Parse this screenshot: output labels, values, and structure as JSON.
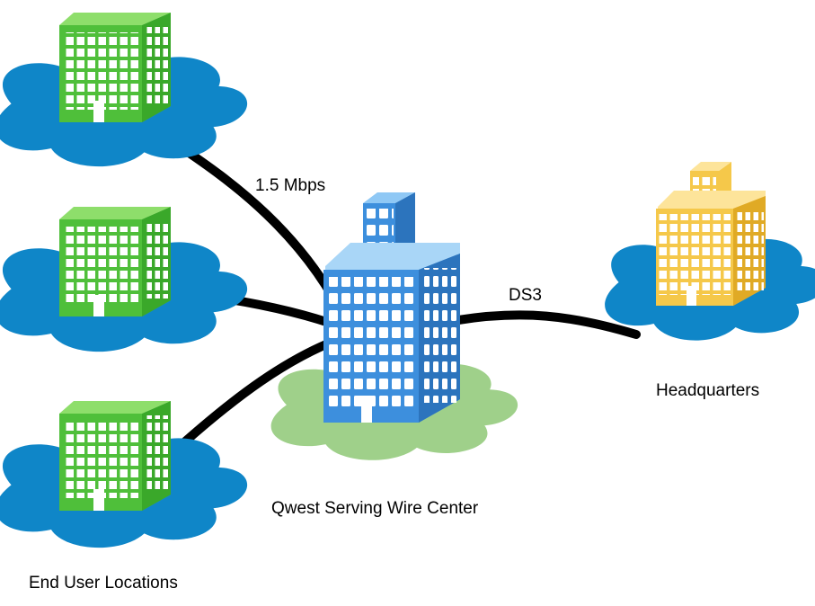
{
  "labels": {
    "link_speed": "1.5 Mbps",
    "link_ds3": "DS3",
    "wire_center": "Qwest Serving Wire Center",
    "headquarters": "Headquarters",
    "end_users": "End User Locations"
  },
  "colors": {
    "cloud_blue": "#0f86c8",
    "cloud_green": "#9fd08a",
    "cloud_yellow": "#0f86c8",
    "end_user_building": "#4fbf3a",
    "wire_center_building": "#3d8fdd",
    "headquarters_building": "#f5c84a",
    "link": "#000000"
  },
  "icons": {
    "end_user": "green-office-building-icon",
    "wire_center": "blue-office-tower-icon",
    "headquarters": "yellow-office-building-icon"
  }
}
